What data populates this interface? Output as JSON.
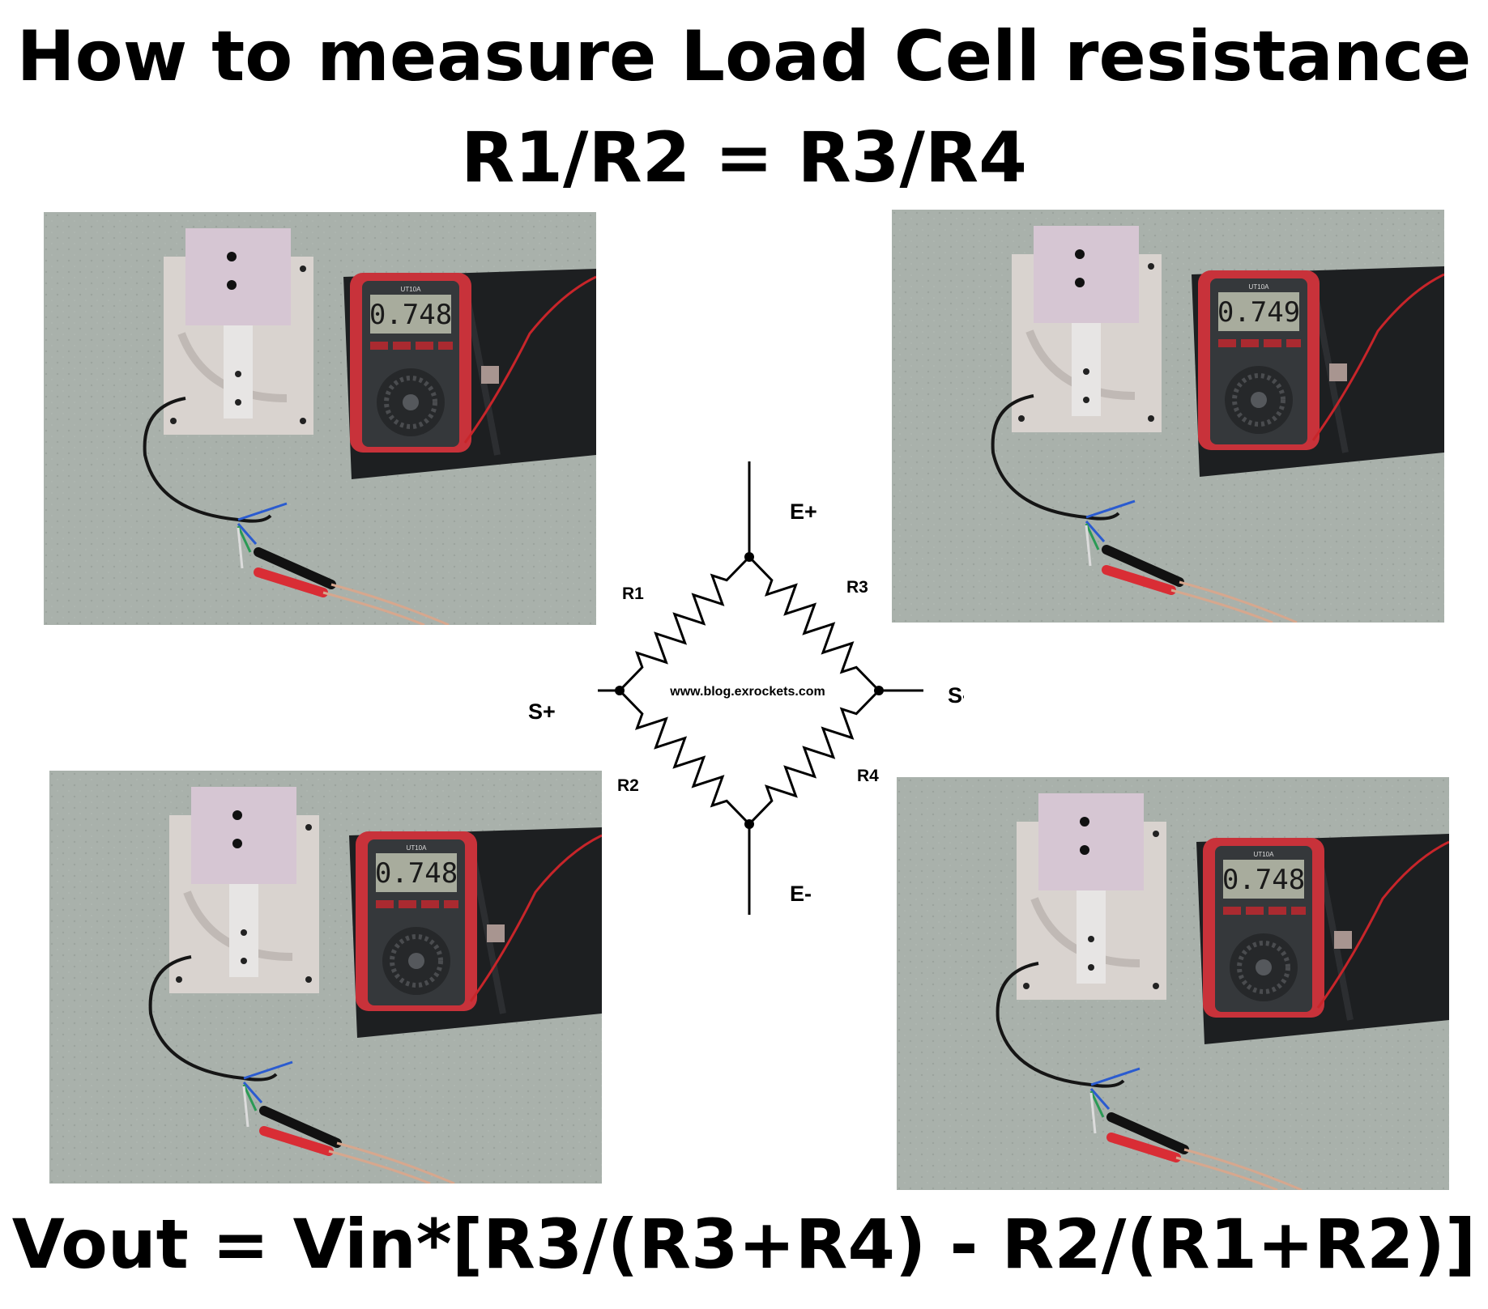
{
  "title": "How to measure Load Cell resistance",
  "equation_top": "R1/R2 = R3/R4",
  "equation_bottom": "Vout = Vin*[R3/(R3+R4) - R2/(R1+R2)]",
  "bridge": {
    "terminals": {
      "e_plus": "E+",
      "e_minus": "E-",
      "s_plus": "S+",
      "s_minus": "S-"
    },
    "resistors": {
      "r1": "R1",
      "r2": "R2",
      "r3": "R3",
      "r4": "R4"
    },
    "watermark": "www.blog.exrockets.com"
  },
  "photos": [
    {
      "meter_brand": "UT10A",
      "reading": "0.748"
    },
    {
      "meter_brand": "UT10A",
      "reading": "0.749"
    },
    {
      "meter_brand": "UT10A",
      "reading": "0.748"
    },
    {
      "meter_brand": "UT10A",
      "reading": "0.748"
    }
  ]
}
